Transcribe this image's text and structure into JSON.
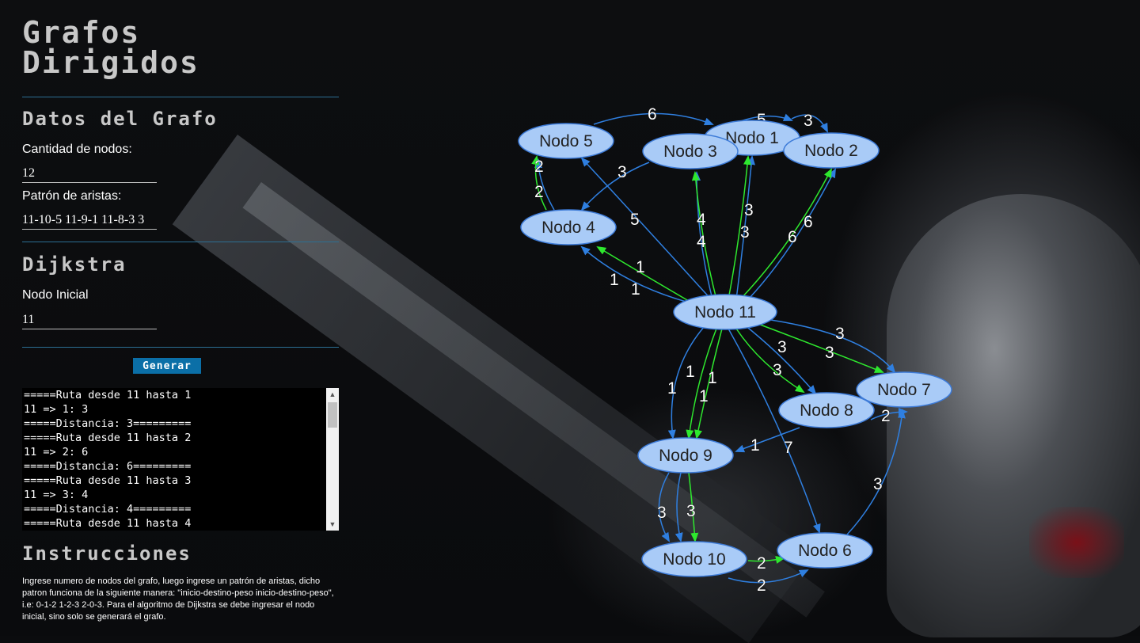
{
  "title": "Grafos Dirigidos",
  "datos": {
    "heading": "Datos del Grafo",
    "cantidad_label": "Cantidad de nodos:",
    "cantidad_value": "12",
    "patron_label": "Patrón de aristas:",
    "patron_value": "3 11-8-3 11-9-1 11-10-5"
  },
  "dijkstra": {
    "heading": "Dijkstra",
    "nodo_label": "Nodo Inicial",
    "nodo_value": "11",
    "button_label": "Generar"
  },
  "output_lines": [
    "=====Ruta desde 11 hasta 1",
    "11 => 1: 3",
    "=====Distancia: 3=========",
    "=====Ruta desde 11 hasta 2",
    "11 => 2: 6",
    "=====Distancia: 6=========",
    "=====Ruta desde 11 hasta 3",
    "11 => 3: 4",
    "=====Distancia: 4=========",
    "=====Ruta desde 11 hasta 4"
  ],
  "instrucciones": {
    "heading": "Instrucciones",
    "text": "Ingrese numero de nodos del grafo, luego ingrese un patrón de aristas, dicho patron funciona de la siguiente manera: \"inicio-destino-peso inicio-destino-peso\", i.e: 0-1-2 1-2-3 2-0-3. Para el algoritmo de Dijkstra se debe ingresar el nodo inicial, sino solo se generará el grafo."
  },
  "graph": {
    "edge_color_blue": "#2f7fe0",
    "edge_color_green": "#2ee82e",
    "node_fill": "#a9cbf7",
    "nodes": [
      "Nodo 1",
      "Nodo 2",
      "Nodo 3",
      "Nodo 4",
      "Nodo 5",
      "Nodo 6",
      "Nodo 7",
      "Nodo 8",
      "Nodo 9",
      "Nodo 10",
      "Nodo 11"
    ],
    "edge_labels": [
      "6",
      "5",
      "3",
      "3",
      "2",
      "2",
      "5",
      "4",
      "4",
      "3",
      "3",
      "6",
      "6",
      "1",
      "1",
      "1",
      "3",
      "3",
      "3",
      "3",
      "2",
      "1",
      "1",
      "1",
      "1",
      "7",
      "3",
      "3",
      "3",
      "2",
      "2"
    ]
  }
}
